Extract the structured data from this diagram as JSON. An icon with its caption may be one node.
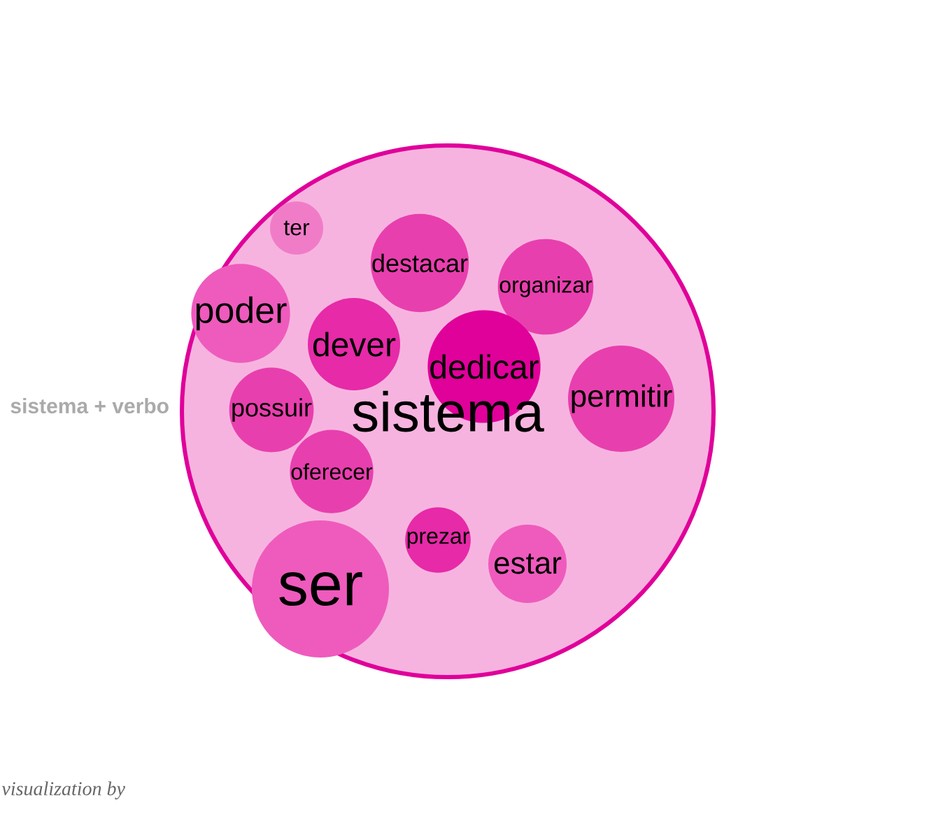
{
  "diagram": {
    "nodes": [
      {
        "text": [
          "sistema"
        ]
      },
      {
        "text": [
          "ter"
        ],
        "in": 0
      },
      {
        "text": [
          "destacar"
        ],
        "in": 0
      },
      {
        "text": [
          "organizar"
        ],
        "in": 0
      },
      {
        "text": [
          "poder"
        ],
        "in": 0
      },
      {
        "text": [
          "dever"
        ],
        "in": 0
      },
      {
        "text": [
          "dedicar"
        ],
        "in": 0
      },
      {
        "text": [
          "permitir"
        ],
        "in": 0
      },
      {
        "text": [
          "possuir"
        ],
        "in": 0
      },
      {
        "text": [
          "oferecer"
        ],
        "in": 0
      },
      {
        "text": [
          "prezar"
        ],
        "in": 0
      },
      {
        "text": [
          "estar"
        ],
        "in": 0
      },
      {
        "text": [
          "ser"
        ],
        "in": 0
      }
    ],
    "labels": [
      "sistema + verbo",
      "visualization by"
    ]
  }
}
